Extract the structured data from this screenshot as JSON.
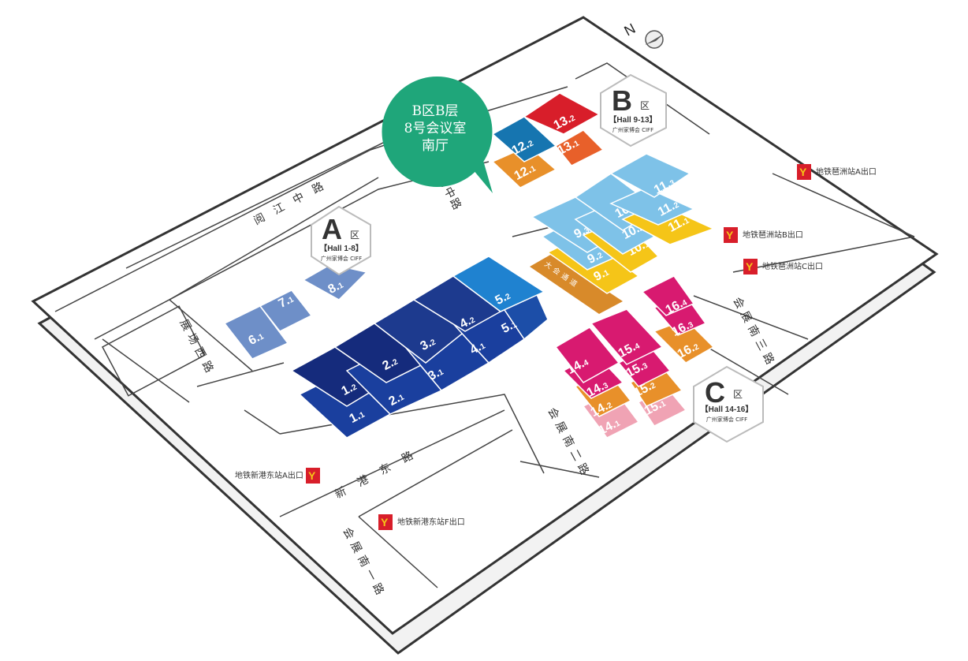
{
  "compass": {
    "north_label": "N"
  },
  "callout": {
    "lines": [
      "B区B层",
      "8号会议室",
      "南厅"
    ],
    "color": "#1fa67a"
  },
  "zones": [
    {
      "id": "A",
      "letter": "A",
      "suffix": "区",
      "halls": "【Hall 1-8】",
      "sub": "广州家博会 CIFF"
    },
    {
      "id": "B",
      "letter": "B",
      "suffix": "区",
      "halls": "【Hall 9-13】",
      "sub": "广州家博会 CIFF"
    },
    {
      "id": "C",
      "letter": "C",
      "suffix": "区",
      "halls": "【Hall 14-16】",
      "sub": "广州家博会 CIFF"
    }
  ],
  "roads": {
    "yuejiang": "阅江中路",
    "huizhan_xi": "展场西路",
    "xingang_dong": "新港东路",
    "huizhan_zhong": "展场中路",
    "huizhan_nan1": "会展南一路",
    "huizhan_nan2": "会展南二路",
    "huizhan_nan3": "会展南三路",
    "corridor": "大会通道"
  },
  "metro_exits": [
    {
      "id": "pazhou-a",
      "label": "地铁琶洲站A出口"
    },
    {
      "id": "pazhou-b",
      "label": "地铁琶洲站B出口"
    },
    {
      "id": "pazhou-c",
      "label": "地铁琶洲站C出口"
    },
    {
      "id": "xingang-a",
      "label": "地铁新港东站A出口"
    },
    {
      "id": "xingang-f",
      "label": "地铁新港东站F出口"
    }
  ],
  "halls": [
    {
      "main": "1",
      "sub": "1",
      "color": "#1a3f9e"
    },
    {
      "main": "1",
      "sub": "2",
      "color": "#152b7c"
    },
    {
      "main": "2",
      "sub": "1",
      "color": "#1a3f9e"
    },
    {
      "main": "2",
      "sub": "2",
      "color": "#152b7c"
    },
    {
      "main": "3",
      "sub": "1",
      "color": "#1a3f9e"
    },
    {
      "main": "3",
      "sub": "2",
      "color": "#1d3a8e"
    },
    {
      "main": "4",
      "sub": "1",
      "color": "#1a3f9e"
    },
    {
      "main": "4",
      "sub": "2",
      "color": "#1d3a8e"
    },
    {
      "main": "5",
      "sub": "1",
      "color": "#1c4ea8"
    },
    {
      "main": "5",
      "sub": "2",
      "color": "#1f82d0"
    },
    {
      "main": "6",
      "sub": "1",
      "color": "#6e8fc8"
    },
    {
      "main": "7",
      "sub": "1",
      "color": "#6e8fc8"
    },
    {
      "main": "8",
      "sub": "1",
      "color": "#6e8fc8"
    },
    {
      "main": "9",
      "sub": "1",
      "color": "#f5c518"
    },
    {
      "main": "9",
      "sub": "2",
      "color": "#7ec2e8"
    },
    {
      "main": "9",
      "sub": "3",
      "color": "#7ec2e8"
    },
    {
      "main": "10",
      "sub": "1",
      "color": "#f5c518"
    },
    {
      "main": "10",
      "sub": "2",
      "color": "#7ec2e8"
    },
    {
      "main": "10",
      "sub": "3",
      "color": "#7ec2e8"
    },
    {
      "main": "11",
      "sub": "1",
      "color": "#f5c518"
    },
    {
      "main": "11",
      "sub": "2",
      "color": "#7ec2e8"
    },
    {
      "main": "11",
      "sub": "3",
      "color": "#7ec2e8"
    },
    {
      "main": "12",
      "sub": "1",
      "color": "#e8902a"
    },
    {
      "main": "12",
      "sub": "2",
      "color": "#1675b0"
    },
    {
      "main": "13",
      "sub": "1",
      "color": "#e8602a"
    },
    {
      "main": "13",
      "sub": "2",
      "color": "#d81e2a"
    },
    {
      "main": "14",
      "sub": "1",
      "color": "#f0a3b4"
    },
    {
      "main": "14",
      "sub": "2",
      "color": "#e8902a"
    },
    {
      "main": "14",
      "sub": "3",
      "color": "#d81a70"
    },
    {
      "main": "14",
      "sub": "4",
      "color": "#d81a70"
    },
    {
      "main": "15",
      "sub": "1",
      "color": "#f0a3b4"
    },
    {
      "main": "15",
      "sub": "2",
      "color": "#e8902a"
    },
    {
      "main": "15",
      "sub": "3",
      "color": "#d81a70"
    },
    {
      "main": "15",
      "sub": "4",
      "color": "#d81a70"
    },
    {
      "main": "16",
      "sub": "2",
      "color": "#e8902a"
    },
    {
      "main": "16",
      "sub": "3",
      "color": "#d81a70"
    },
    {
      "main": "16",
      "sub": "4",
      "color": "#d81a70"
    }
  ],
  "colors": {
    "corridor": "#d88a2a",
    "metro_red": "#d81e2a",
    "metro_yellow": "#f5c518",
    "outline": "#333333"
  }
}
